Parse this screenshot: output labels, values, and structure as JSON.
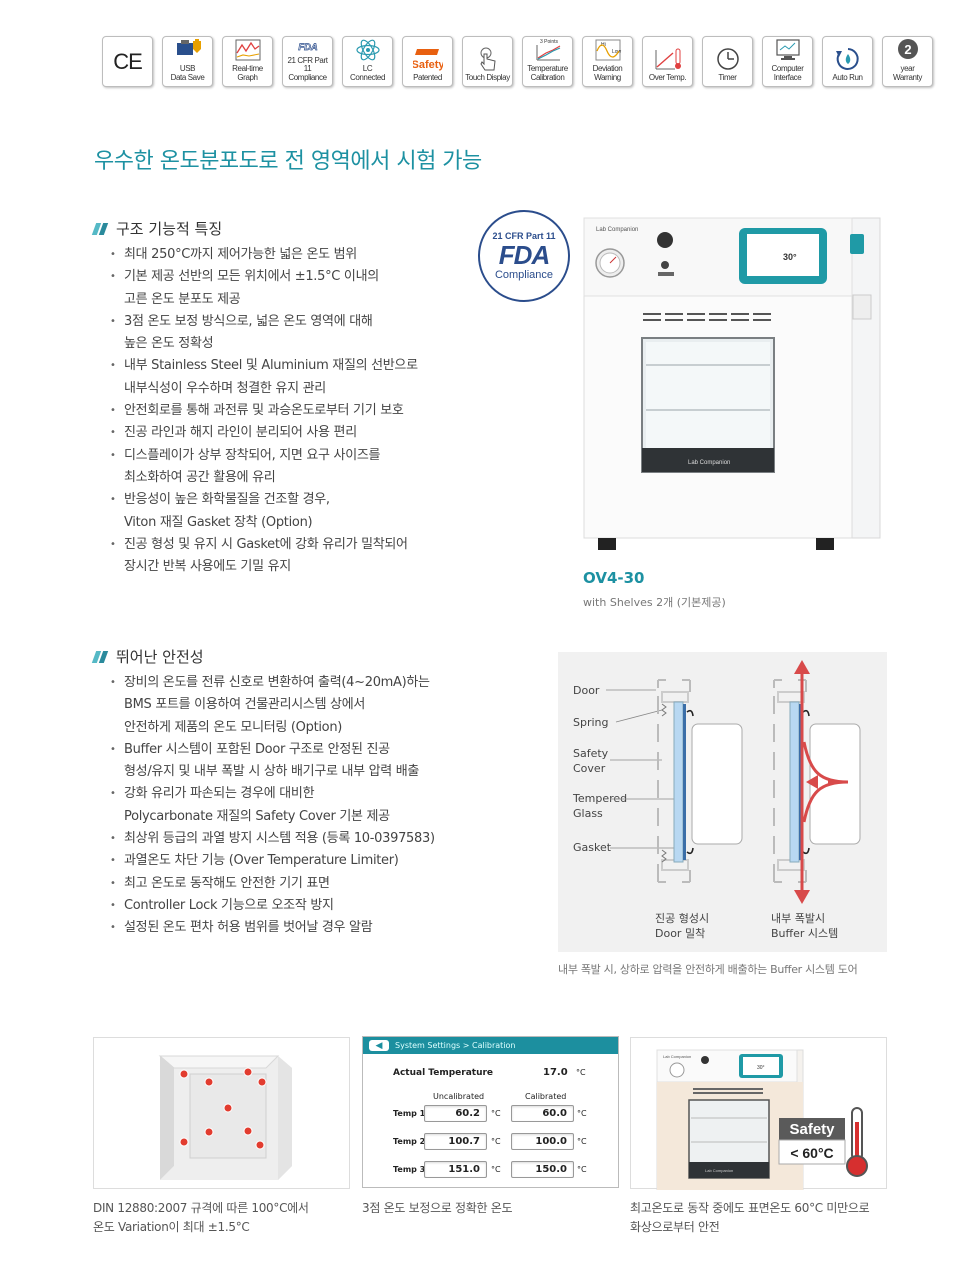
{
  "feature_icons": [
    {
      "name": "ce-mark-icon",
      "label": "CE"
    },
    {
      "name": "usb-icon",
      "label": "USB\nData Save"
    },
    {
      "name": "graph-icon",
      "label": "Real-time\nGraph"
    },
    {
      "name": "fda-icon",
      "label": "21 CFR Part 11\nCompliance"
    },
    {
      "name": "lc-connected-icon",
      "label": "LC\nConnected"
    },
    {
      "name": "safety-icon",
      "label": "Patented"
    },
    {
      "name": "touch-icon",
      "label": "Touch Display"
    },
    {
      "name": "calibration-icon",
      "label": "Temperature\nCalibration"
    },
    {
      "name": "deviation-icon",
      "label": "Deviation\nWarning"
    },
    {
      "name": "over-temp-icon",
      "label": "Over Temp."
    },
    {
      "name": "timer-icon",
      "label": "Timer"
    },
    {
      "name": "computer-icon",
      "label": "Computer\nInterface"
    },
    {
      "name": "auto-run-icon",
      "label": "Auto Run"
    },
    {
      "name": "warranty-icon",
      "label": "year\nWarranty"
    }
  ],
  "icon_texts": {
    "ce": "CE",
    "fda": "FDA",
    "safety": "Safety",
    "calib_points": "3 Points",
    "dev_hi": "Hi",
    "dev_low": "Low",
    "warranty_num": "2"
  },
  "headline": "우수한 온도분포도로 전 영역에서 시험 가능",
  "section1": {
    "title": "구조 기능적 특징",
    "bullets": [
      "최대 250°C까지 제어가능한 넓은 온도 범위",
      "기본 제공 선반의 모든 위치에서 ±1.5°C 이내의\n고른 온도 분포도 제공",
      "3점 온도 보정 방식으로, 넓은 온도 영역에 대해\n높은 온도 정확성",
      "내부 Stainless Steel 및 Aluminium 재질의 선반으로\n내부식성이 우수하며 청결한 유지 관리",
      "안전회로를 통해 과전류 및 과승온도로부터 기기 보호",
      "진공 라인과 해지 라인이 분리되어 사용 편리",
      "디스플레이가 상부 장착되어, 지면 요구 사이즈를\n최소화하여 공간 활용에 유리",
      "반응성이 높은 화학물질을 건조할 경우,\nViton 재질 Gasket 장착 (Option)",
      "진공 형성 및 유지 시 Gasket에 강화 유리가 밀착되어\n장시간 반복 사용에도 기밀 유지"
    ]
  },
  "product": {
    "badge_top": "21 CFR Part 11",
    "badge_mid": "FDA",
    "badge_bottom": "Compliance",
    "brand": "Lab Companion",
    "display_value": "30°",
    "model": "OV4-30",
    "model_sub": "with Shelves 2개 (기본제공)"
  },
  "section2": {
    "title": "뛰어난 안전성",
    "bullets": [
      "장비의 온도를 전류 신호로 변환하여 출력(4~20mA)하는\nBMS 포트를 이용하여 건물관리시스템 상에서\n안전하게 제품의 온도 모니터링 (Option)",
      "Buffer 시스템이 포함된 Door 구조로 안정된 진공\n형성/유지 및 내부 폭발 시 상하 배기구로 내부 압력 배출",
      "강화 유리가 파손되는 경우에 대비한\nPolycarbonate 재질의 Safety Cover 기본 제공",
      "최상위 등급의 과열 방지 시스템 적용 (등록 10-0397583)",
      "과열온도 차단 기능 (Over Temperature Limiter)",
      "최고 온도로 동작해도 안전한 기기 표면",
      "Controller Lock 기능으로 오조작 방지",
      "설정된 온도 편차 허용 범위를 벗어날 경우 알람"
    ]
  },
  "buffer_diagram": {
    "labels": [
      "Door",
      "Spring",
      "Safety\nCover",
      "Tempered\nGlass",
      "Gasket"
    ],
    "caption_left": "진공 형성시\nDoor 밀착",
    "caption_right": "내부 폭발시\nBuffer 시스템",
    "caption": "내부 폭발 시, 상하로 압력을 안전하게 배출하는 Buffer 시스템 도어"
  },
  "bottom": {
    "panel1_caption": "DIN 12880:2007 규격에 따른 100°C에서\n온도 Variation이 최대 ±1.5°C",
    "panel2_caption": "3점 온도 보정으로 정확한 온도",
    "panel3_caption": "최고온도로 동작 중에도 표면온도 60°C 미만으로\n화상으로부터 안전",
    "safety_label": "Safety",
    "safety_value": "< 60°C",
    "calibration": {
      "breadcrumb": "System Settings > Calibration",
      "actual_label": "Actual Temperature",
      "actual_value": "17.0",
      "unit": "°C",
      "col_uncal": "Uncalibrated",
      "col_cal": "Calibrated",
      "rows": [
        {
          "label": "Temp 1",
          "uncal": "60.2",
          "cal": "60.0"
        },
        {
          "label": "Temp 2",
          "uncal": "100.7",
          "cal": "100.0"
        },
        {
          "label": "Temp 3",
          "uncal": "151.0",
          "cal": "150.0"
        }
      ]
    }
  }
}
